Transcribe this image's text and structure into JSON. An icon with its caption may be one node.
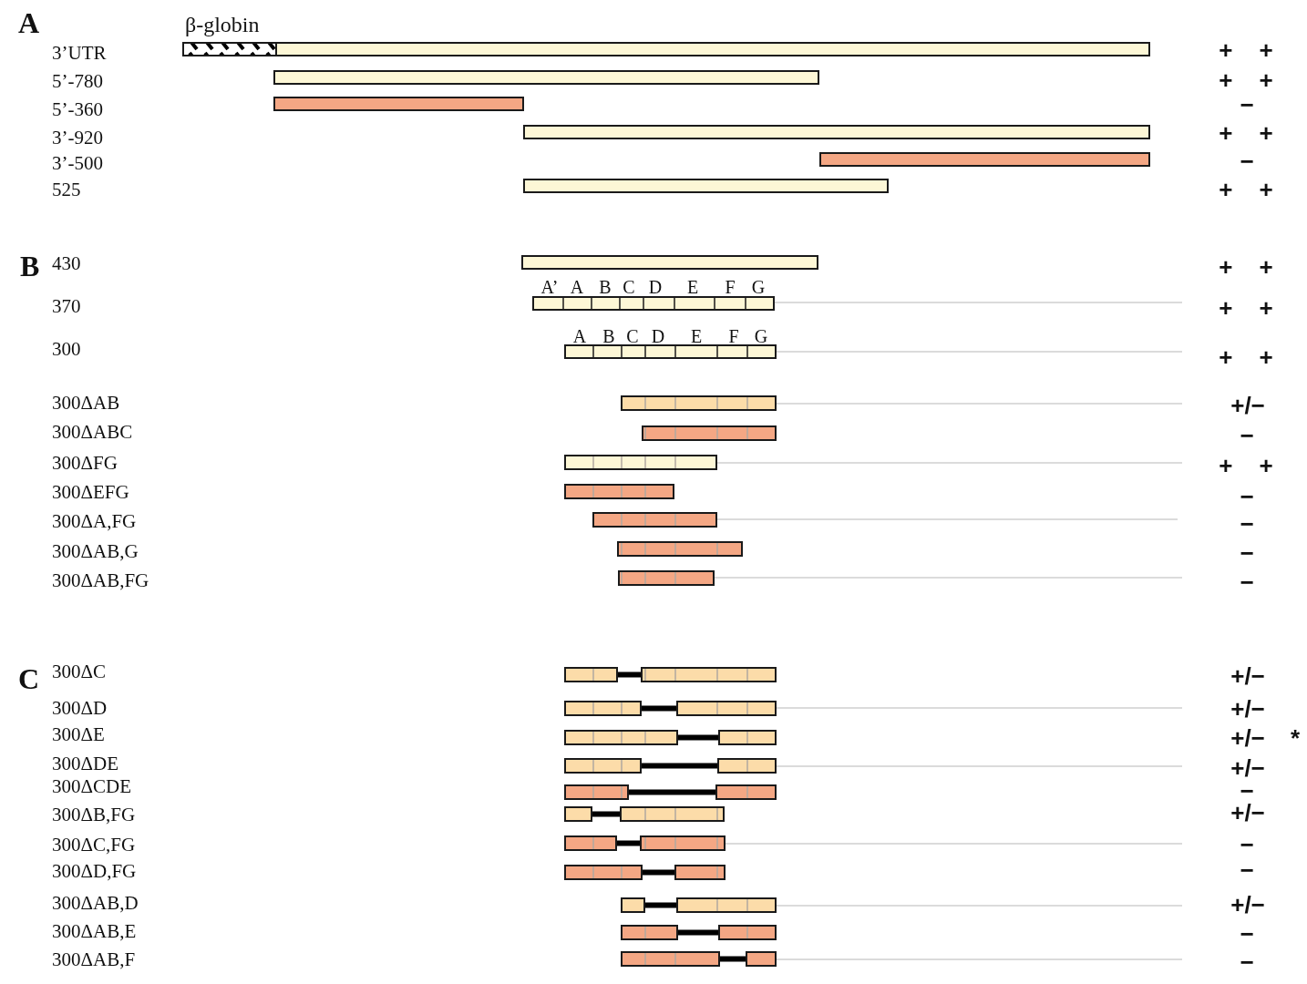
{
  "diagram": {
    "labels": [
      "A",
      "β-globin",
      "3’UTR",
      "+ +",
      "5’-780",
      "+ +",
      "5’-360",
      "−",
      "3’-920",
      "+ +",
      "3’-500",
      "−",
      "525",
      "+ +",
      "B",
      "430",
      "+ +",
      "A’",
      "A",
      "B",
      "C",
      "D",
      "E",
      "F",
      "G",
      "370",
      "+ +",
      "A",
      "B",
      "C",
      "D",
      "E",
      "F",
      "G",
      "300",
      "+ +",
      "300ΔAB",
      "+/−",
      "300ΔABC",
      "−",
      "300ΔFG",
      "+ +",
      "300ΔEFG",
      "−",
      "300ΔA,FG",
      "−",
      "300ΔAB,G",
      "−",
      "300ΔAB,FG",
      "−",
      "C",
      "300ΔC",
      "+/−",
      "300ΔD",
      "+/−",
      "300ΔE",
      "+/−",
      "*",
      "300ΔDE",
      "+/−",
      "300ΔCDE",
      "−",
      "300ΔB,FG",
      "+/−",
      "300ΔC,FG",
      "−",
      "300ΔD,FG",
      "−",
      "300ΔAB,D",
      "+/−",
      "300ΔAB,E",
      "−",
      "300ΔAB,F",
      "−"
    ]
  }
}
